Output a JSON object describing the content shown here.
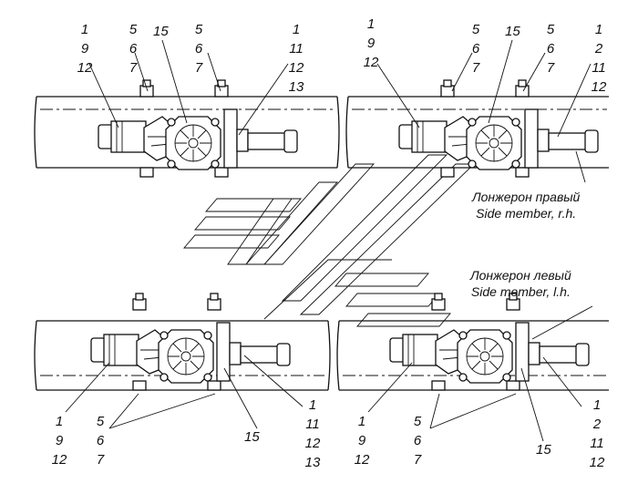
{
  "callouts": {
    "tl_a": [
      "1",
      "9",
      "12"
    ],
    "tl_b": [
      "5",
      "6",
      "7"
    ],
    "tl_c": [
      "15"
    ],
    "tl_d": [
      "5",
      "6",
      "7"
    ],
    "tl_e": [
      "1",
      "11",
      "12",
      "13"
    ],
    "tr_a": [
      "1",
      "9",
      "12"
    ],
    "tr_b": [
      "5",
      "6",
      "7"
    ],
    "tr_c": [
      "15"
    ],
    "tr_d": [
      "5",
      "6",
      "7"
    ],
    "tr_e": [
      "1",
      "2",
      "11",
      "12"
    ],
    "bl_a": [
      "1",
      "9",
      "12"
    ],
    "bl_b": [
      "5",
      "6",
      "7"
    ],
    "bl_c": [
      "15"
    ],
    "bl_e": [
      "1",
      "11",
      "12",
      "13"
    ],
    "br_a": [
      "1",
      "9",
      "12"
    ],
    "br_b": [
      "5",
      "6",
      "7"
    ],
    "br_c": [
      "15"
    ],
    "br_e": [
      "1",
      "2",
      "11",
      "12"
    ]
  },
  "captions": {
    "right_member": [
      "Лонжерон правый",
      "Side member, r.h."
    ],
    "left_member": [
      "Лонжерон левый",
      "Side member, l.h."
    ]
  }
}
